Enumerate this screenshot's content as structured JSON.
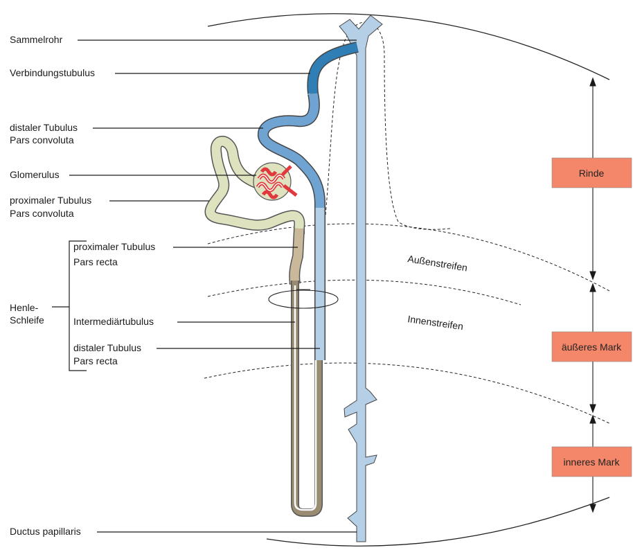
{
  "labels": {
    "sammelrohr": "Sammelrohr",
    "verbindungstubulus": "Verbindungstubulus",
    "distaler_convoluta_1": "distaler Tubulus",
    "distaler_convoluta_2": "Pars convoluta",
    "glomerulus": "Glomerulus",
    "proximaler_convoluta_1": "proximaler Tubulus",
    "proximaler_convoluta_2": "Pars convoluta",
    "proximaler_recta_1": "proximaler Tubulus",
    "proximaler_recta_2": "Pars recta",
    "henle_1": "Henle-",
    "henle_2": "Schleife",
    "intermediaer": "Intermediärtubulus",
    "distaler_recta_1": "distaler Tubulus",
    "distaler_recta_2": "Pars recta",
    "ductus": "Ductus papillaris"
  },
  "zones": {
    "aussenstreifen": "Außenstreifen",
    "innenstreifen": "Innenstreifen"
  },
  "regions": {
    "rinde": "Rinde",
    "aeusseres_mark": "äußeres Mark",
    "inneres_mark": "inneres Mark"
  },
  "colors": {
    "collecting_duct": "#b5cfe6",
    "connecting_tubule": "#2f7fb6",
    "distal_tubule": "#6fa3d2",
    "proximal_convoluted": "#dfe2bf",
    "proximal_recta": "#c9b99a",
    "henle_thin": "#9a8b73",
    "glomerulus": "#e0383c",
    "region_box": "#f4876a"
  }
}
